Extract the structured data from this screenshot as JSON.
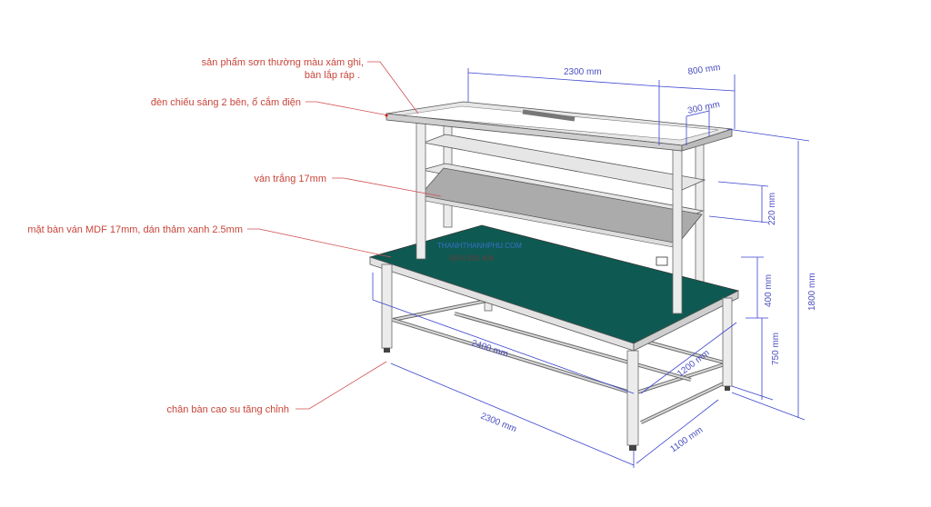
{
  "callouts": [
    {
      "line1": "sản phẩm sơn thường màu xám ghi,",
      "line2": "bàn lắp ráp ."
    },
    {
      "line1": "đèn chiếu sáng 2 bên, ổ cắm điện"
    },
    {
      "line1": "ván trắng 17mm"
    },
    {
      "line1": "mặt bàn ván MDF 17mm, dán thảm xanh 2.5mm"
    },
    {
      "line1": "chân bàn cao su tăng chỉnh"
    }
  ],
  "dimensions": {
    "top_length": "2300 mm",
    "top_depth": "800 mm",
    "shelf_depth": "300 mm",
    "shelf_spacing": "220 mm",
    "shelf_height": "400 mm",
    "table_height": "750 mm",
    "total_height": "1800 mm",
    "top_width": "2400 mm",
    "top_deep": "1200 mm",
    "base_length": "2300 mm",
    "base_depth": "1100 mm"
  },
  "watermark": {
    "site": "THANHTHANHPHU.COM",
    "phone": "0974 820 409"
  },
  "colors": {
    "tabletop": "#0e5a52",
    "callout_text": "#c8453a",
    "dimension": "#3b44d0",
    "frame": "#e6e6e6"
  }
}
